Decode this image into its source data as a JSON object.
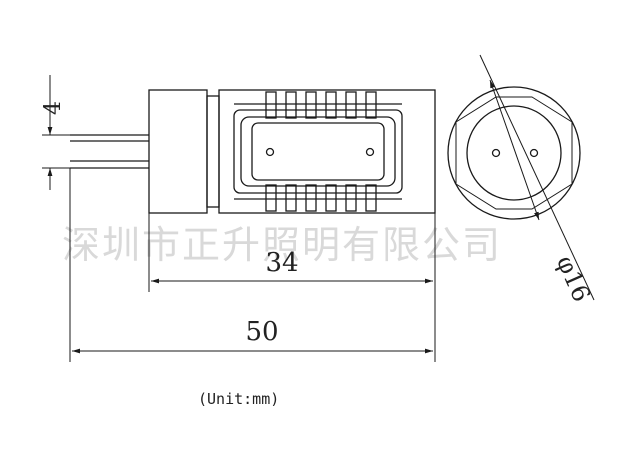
{
  "dimensions": {
    "pin_spacing": "4",
    "body_length": "34",
    "overall_length": "50",
    "diameter": "φ16"
  },
  "unit_note": "(Unit:mm)",
  "watermark": "深圳市正升照明有限公司",
  "colors": {
    "line": "#1a1a1a",
    "watermark": "#d9d9d9"
  }
}
